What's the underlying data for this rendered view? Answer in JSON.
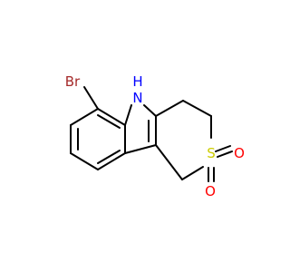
{
  "molecule": {
    "atoms": {
      "br": {
        "label": "Br",
        "color": "#a52a2a"
      },
      "nh": {
        "label": "H",
        "color": "#0000ff"
      },
      "n": {
        "label": "N",
        "color": "#0000ff"
      },
      "s": {
        "label": "S",
        "color": "#cccc00"
      },
      "o1": {
        "label": "O",
        "color": "#ff0000"
      },
      "o2": {
        "label": "O",
        "color": "#ff0000"
      }
    }
  }
}
